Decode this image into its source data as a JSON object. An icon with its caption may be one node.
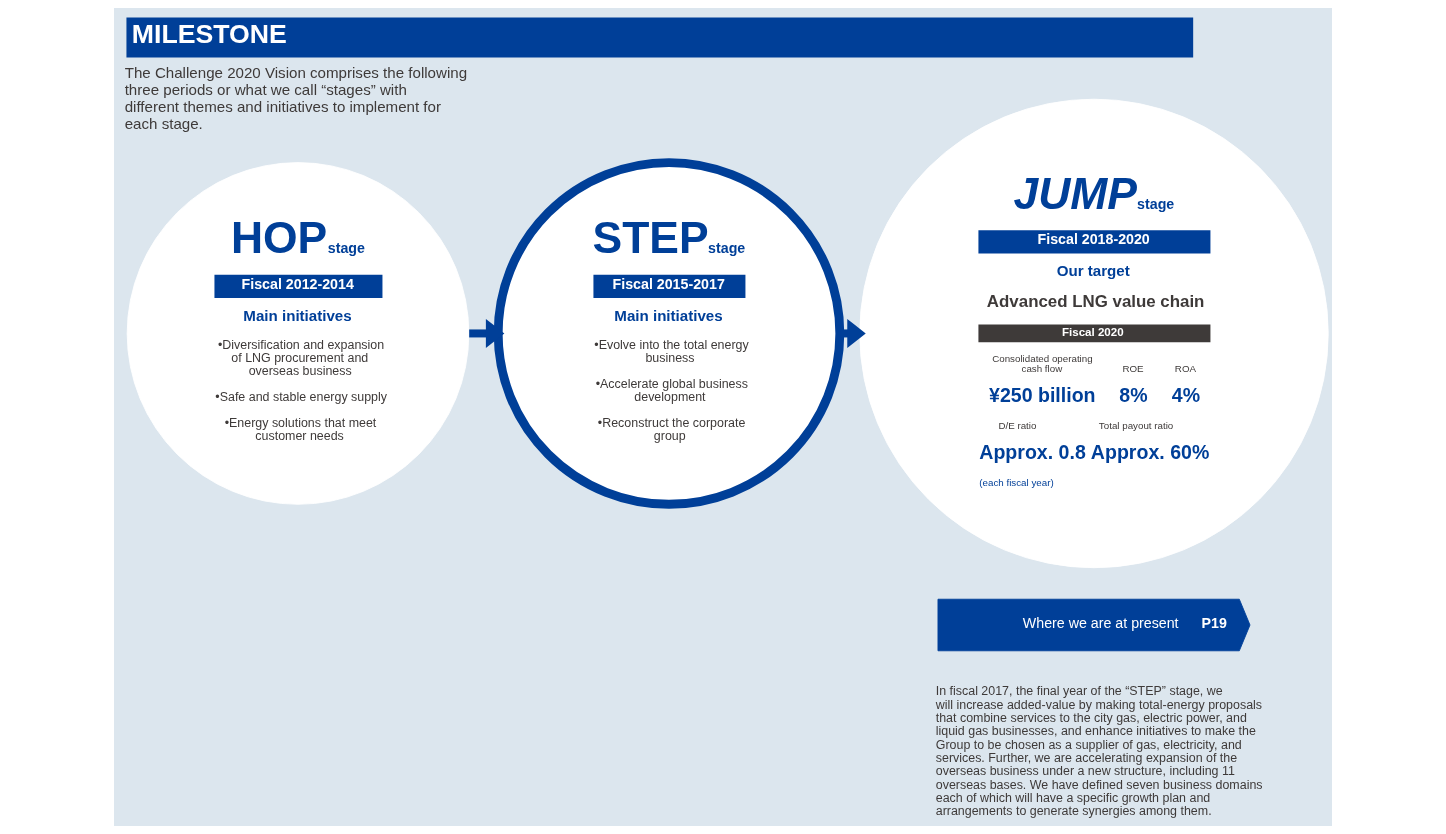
{
  "diagram": {
    "title": "MILESTONE",
    "nodes": [
      {
        "text": [
          "HOP",
          "stage",
          "Fiscal 2012-2014",
          "Main initiatives",
          "•Diversification and expansion of LNG procurement and overseas business",
          "•Safe and stable energy supply",
          "•Energy solutions that meet customer needs"
        ]
      },
      {
        "text": [
          "STEP",
          "stage",
          "Fiscal 2015-2017",
          "Main initiatives",
          "•Evolve into the total energy business",
          "•Accelerate global business development",
          "•Reconstruct the corporate group"
        ]
      },
      {
        "text": [
          "JUMP",
          "stage",
          "Fiscal 2018-2020",
          "Our target",
          "Advanced LNG value chain",
          "Fiscal 2020",
          "Consolidated operating cash flow",
          "¥250 billion",
          "ROE",
          "8%",
          "ROA",
          "4%",
          "D/E ratio",
          "Approx. 0.8",
          "(each fiscal year)",
          "Total payout ratio",
          "Approx. 60%"
        ]
      },
      {
        "text": [
          "Where we are at present",
          "P19"
        ]
      }
    ],
    "edges": [
      {
        "from": 0,
        "to": 1,
        "arrow": "to"
      },
      {
        "from": 1,
        "to": 2,
        "arrow": "to"
      }
    ],
    "labels": [
      "The Challenge 2020 Vision comprises the following three periods or what we call “stages” with different themes and initiatives to implement for each stage.",
      "In fiscal 2017, the final year of the “STEP” stage, we will increase added-value by making total-energy proposals that combine services to the city gas, electric power, and liquid gas businesses, and enhance initiatives to make the Group to be chosen as a supplier of gas, electricity, and services. Further, we are accelerating expansion of the overseas business under a new structure, including 11 overseas bases. We have defined seven business domains each of which will have a specific growth plan and arrangements to generate synergies among them."
    ]
  }
}
